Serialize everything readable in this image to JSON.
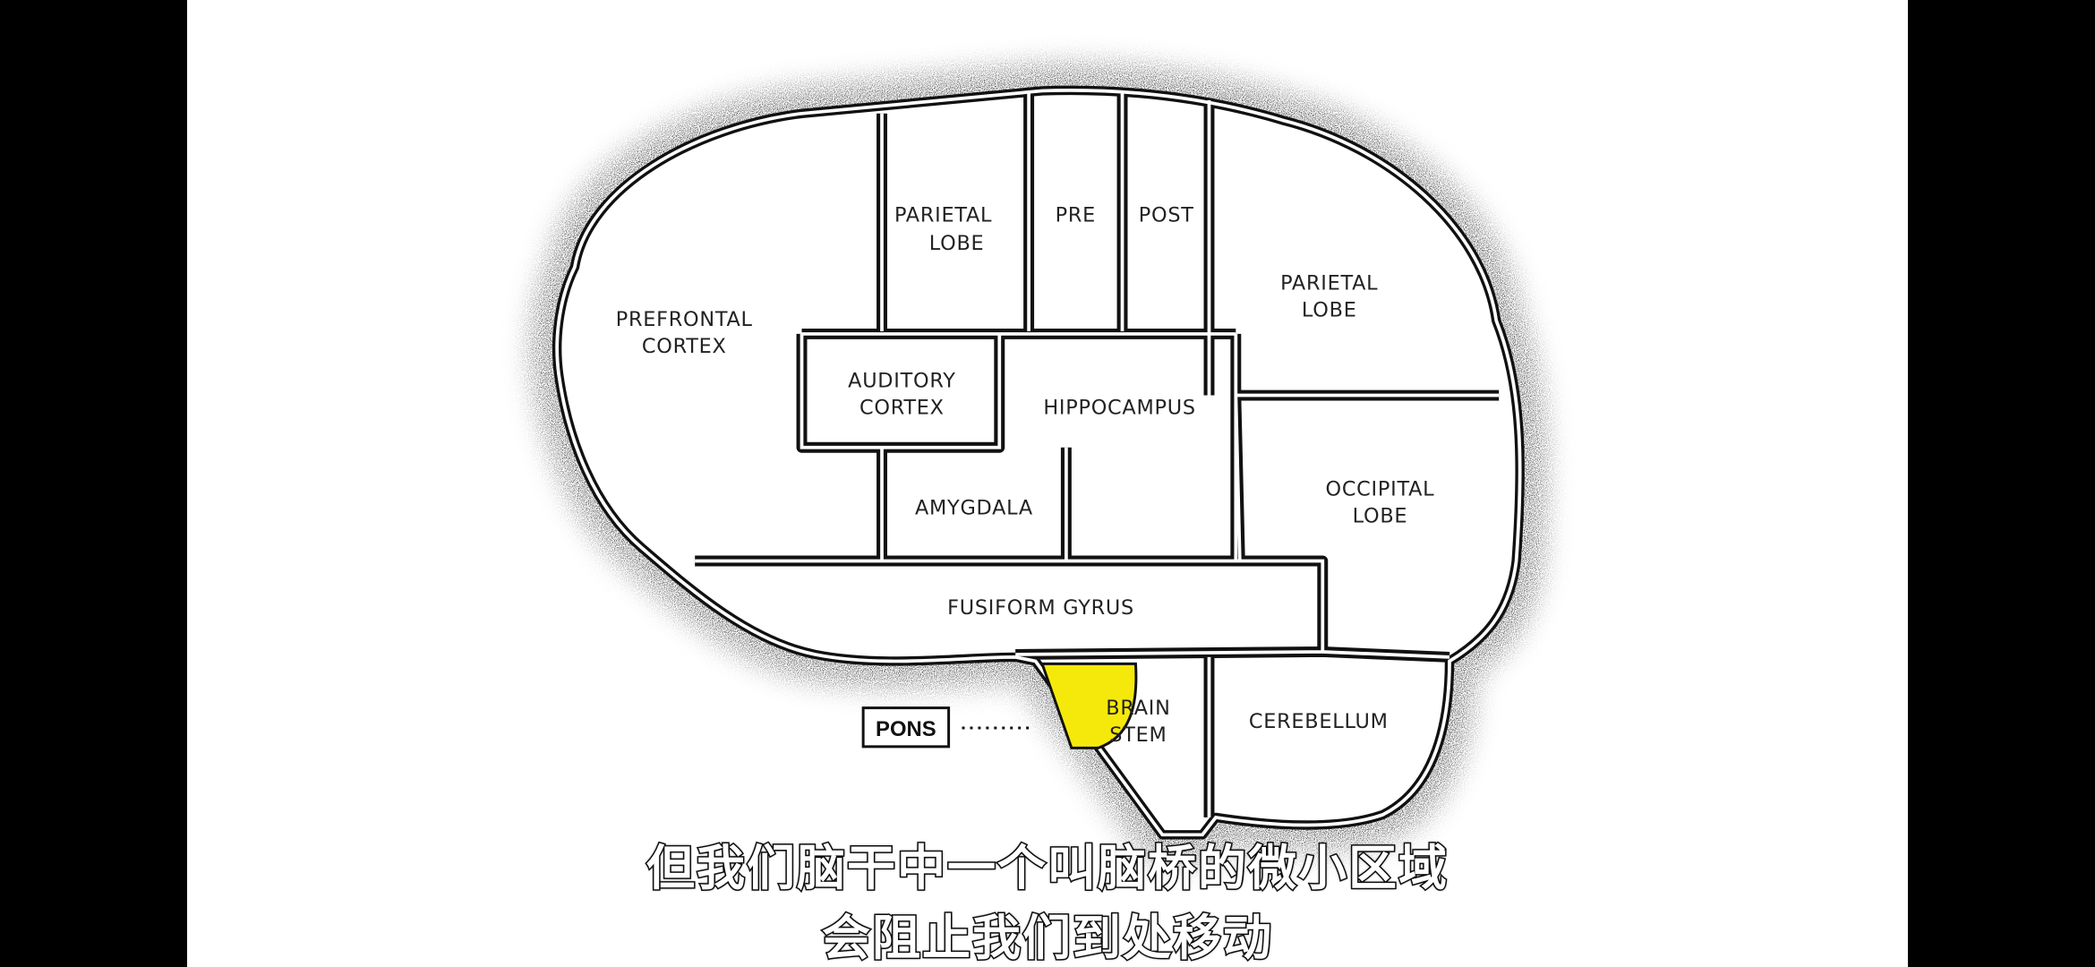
{
  "diagram": {
    "regions": {
      "parietal_lobe_front": [
        "PARIETAL",
        "LOBE"
      ],
      "pre": "PRE",
      "post": "POST",
      "parietal_lobe_back": [
        "PARIETAL",
        "LOBE"
      ],
      "prefrontal_cortex": [
        "PREFRONTAL",
        "CORTEX"
      ],
      "auditory_cortex": [
        "AUDITORY",
        "CORTEX"
      ],
      "hippocampus": "HIPPOCAMPUS",
      "occipital_lobe": [
        "OCCIPITAL",
        "LOBE"
      ],
      "amygdala": "AMYGDALA",
      "fusiform_gyrus": "FUSIFORM GYRUS",
      "brain_stem": [
        "BRAIN",
        "STEM"
      ],
      "cerebellum": "CEREBELLUM"
    },
    "callout": "PONS",
    "highlight_color": "#f5e90c"
  },
  "subtitles": {
    "line1": "但我们脑干中一个叫脑桥的微小区域",
    "line2": "会阻止我们到处移动"
  }
}
